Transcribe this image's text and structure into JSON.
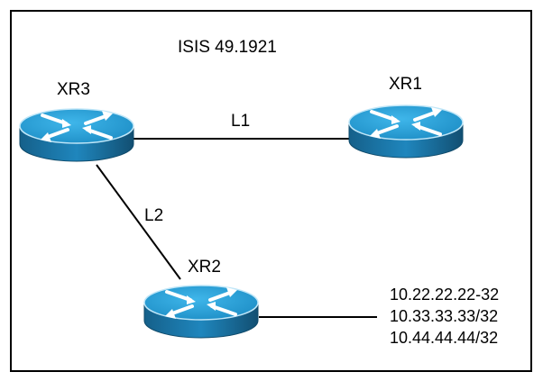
{
  "title": "ISIS 49.1921",
  "routers": {
    "xr3": {
      "label": "XR3",
      "icon": "router-icon"
    },
    "xr1": {
      "label": "XR1",
      "icon": "router-icon"
    },
    "xr2": {
      "label": "XR2",
      "icon": "router-icon"
    }
  },
  "links": {
    "l1": {
      "label": "L1",
      "from": "XR3",
      "to": "XR1"
    },
    "l2": {
      "label": "L2",
      "from": "XR3",
      "to": "XR2"
    }
  },
  "networks": [
    "10.22.22.22-32",
    "10.33.33.33/32",
    "10.44.44.44/32"
  ],
  "colors": {
    "router_top": "#1f9fd8",
    "router_side": "#1a6f9e",
    "router_arrows": "#ffffff",
    "frame": "#000000",
    "link": "#000000"
  }
}
